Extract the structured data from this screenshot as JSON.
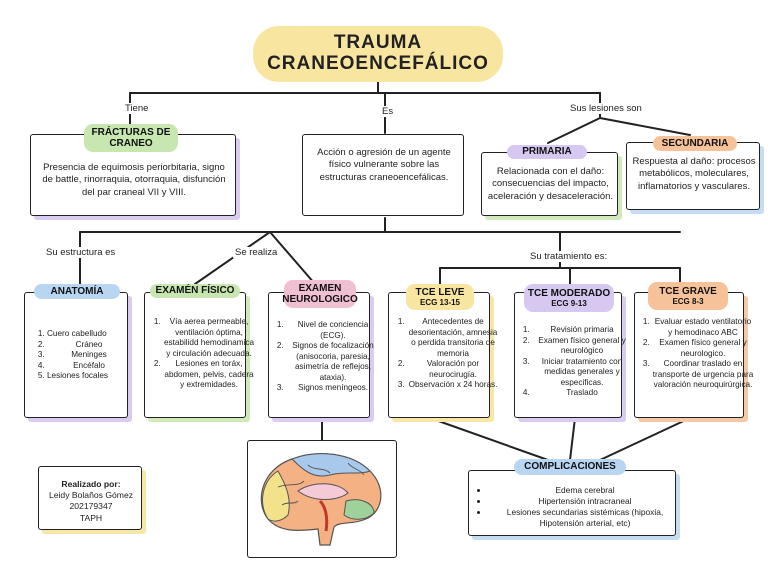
{
  "title": {
    "line1": "TRAUMA",
    "line2": "CRANEOENCEFÁLICO"
  },
  "connectors": {
    "tiene": "Tiene",
    "es": "Es",
    "sus_lesiones": "Sus lesiones son",
    "su_estructura": "Su estructura es",
    "se_realiza": "Se realiza",
    "su_tratamiento": "Su tratamiento es:"
  },
  "fracturas": {
    "tag_line1": "FRÁCTURAS DE",
    "tag_line2": "CRANEO",
    "text": "Presencia de equimosis periorbitaria, signo de battle, rinorraquia, otorraquia, disfunción del par craneal VII y VIII."
  },
  "definicion": {
    "text": "Acción o agresión de un agente físico vulnerante sobre las estructuras craneoencefálicas."
  },
  "primaria": {
    "tag": "PRIMARIA",
    "text": "Relacionada con el daño: consecuencias del impacto, aceleración y desaceleración."
  },
  "secundaria": {
    "tag": "SECUNDARIA",
    "text": "Respuesta al daño: procesos metabólicos, moleculares, inflamatorios y vasculares."
  },
  "anatomia": {
    "tag": "ANATOMÍA",
    "items": [
      "Cuero cabelludo",
      "Cráneo",
      "Meninges",
      "Encéfalo",
      "Lesiones focales"
    ]
  },
  "examen_fisico": {
    "tag": "EXAMÉN FÍSICO",
    "items": [
      "Vía aerea permeable, ventilación óptima, estabilidd hemodinamica y circulación adecuada.",
      "Lesiones en toráx, abdomen, pelvis, cadera y extremidades."
    ]
  },
  "examen_neuro": {
    "tag_line1": "EXAMEN",
    "tag_line2": "NEUROLOGICO",
    "items": [
      "Nivel de conciencia (ECG).",
      "Signos de focalización (anisocoria, paresia, asimetría de reflejos, ataxia).",
      "Signos meníngeos."
    ]
  },
  "tce_leve": {
    "tag": "TCE LEVE",
    "sub": "ECG 13-15",
    "items": [
      "Antecedentes de desorientación, amnesia o perdida transitoria de memoria",
      "Valoración por neurocirugía.",
      "Observación x 24 horas."
    ]
  },
  "tce_moderado": {
    "tag": "TCE MODERADO",
    "sub": "ECG 9-13",
    "items": [
      "Revisión primaria",
      "Examen físico general y neurológico",
      "Iniciar tratamiento con medidas generales y especificas.",
      "Traslado"
    ]
  },
  "tce_grave": {
    "tag": "TCE GRAVE",
    "sub": "ECG 8-3",
    "items": [
      "Evaluar estado ventilatorio y hemodinaco ABC",
      "Examen físico general y neurologico.",
      "Coordinar traslado en transporte de urgencia para valoración neuroquirúrgica."
    ]
  },
  "complicaciones": {
    "tag": "COMPLICACIONES",
    "items": [
      "Edema cerebral",
      "Hipertensión intracraneal",
      "Lesiones secundarias sistémicas (hipoxia, Hipotensión arterial, etc)"
    ]
  },
  "autor": {
    "label": "Realizado por:",
    "name": "Leidy Bolaños Gómez",
    "id": "202179347",
    "program": "TAPH"
  },
  "colors": {
    "title_bg": "#f8e6a0",
    "green": "#c7e6b0",
    "purple": "#d6c8f0",
    "yellow": "#f8e6a0",
    "blue": "#b8d6f2",
    "orange": "#f6c29a",
    "pink": "#f0c0d2"
  },
  "icons": {
    "brain": "brain-sagittal-illustration"
  }
}
